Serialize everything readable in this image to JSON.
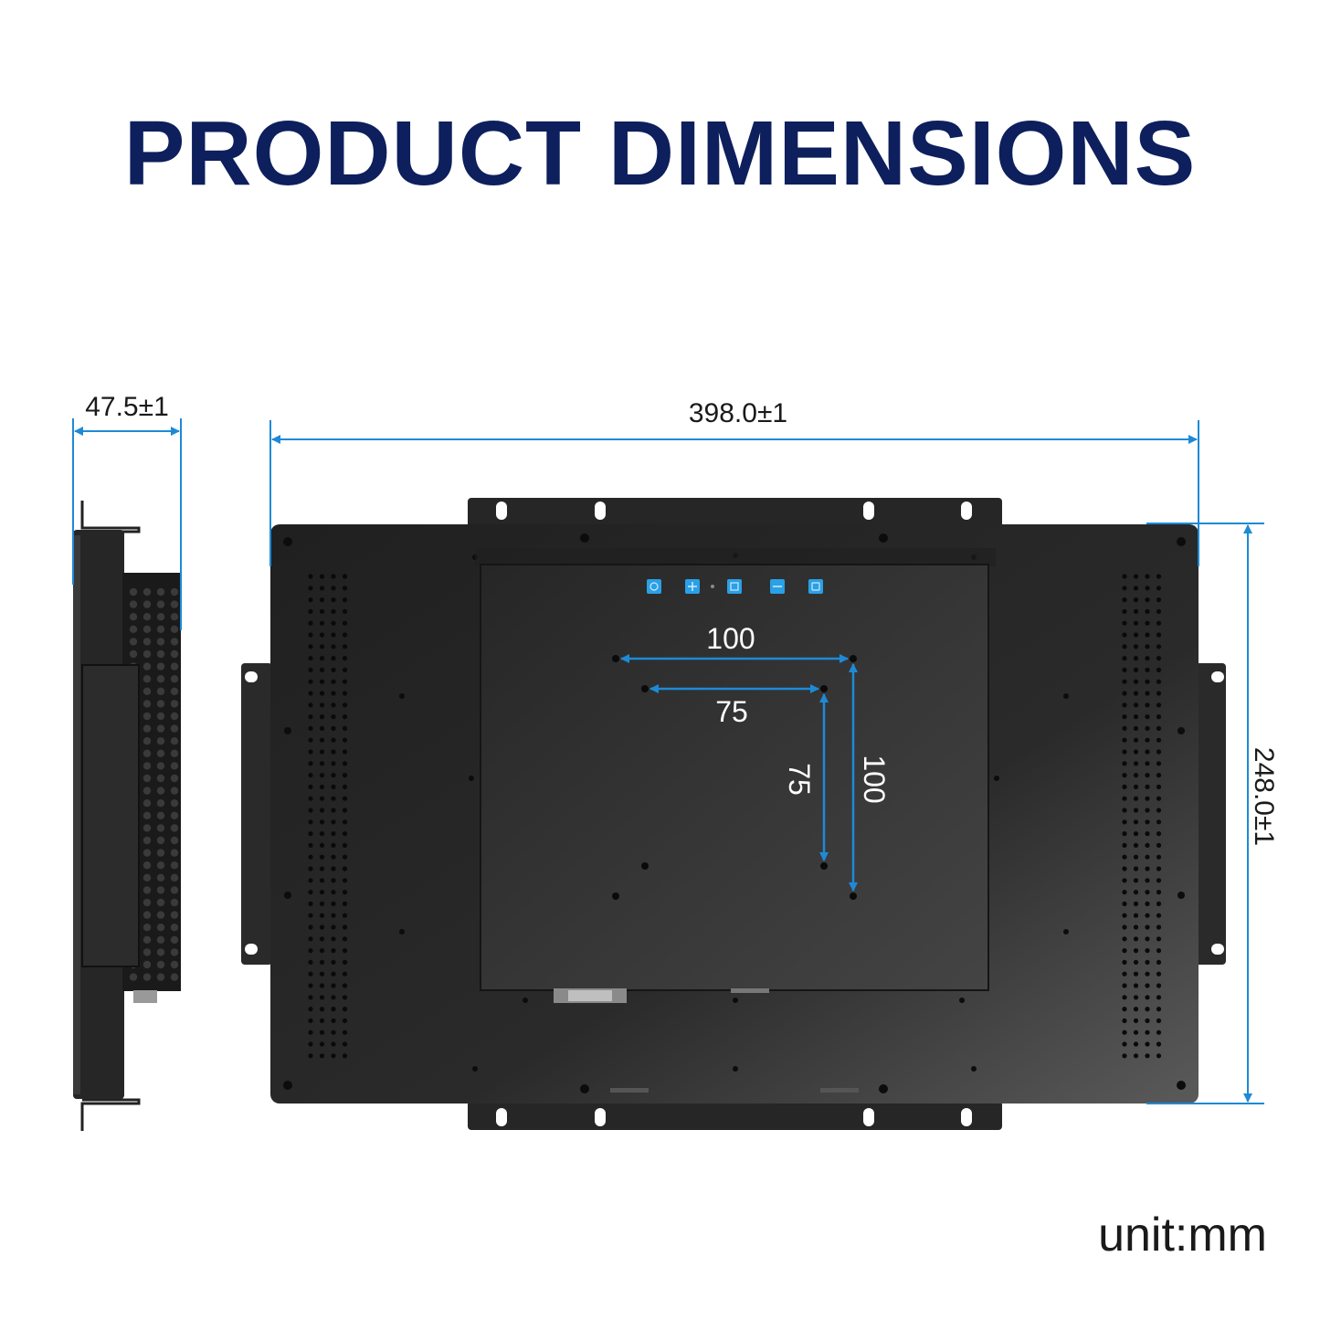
{
  "title": "PRODUCT DIMENSIONS",
  "unit_label": "unit:mm",
  "dimensions": {
    "depth": "47.5±1",
    "width": "398.0±1",
    "height": "248.0±1",
    "vesa_large_horizontal": "100",
    "vesa_large_vertical": "100",
    "vesa_small_horizontal": "75",
    "vesa_small_vertical": "75"
  },
  "colors": {
    "title": "#0d1f5c",
    "dimension_line": "#1e8ad6",
    "body": "#2b2b2b",
    "button": "#2aa0e6"
  },
  "buttons": [
    "power-icon",
    "plus-icon",
    "menu-icon",
    "minus-icon",
    "auto-icon"
  ]
}
